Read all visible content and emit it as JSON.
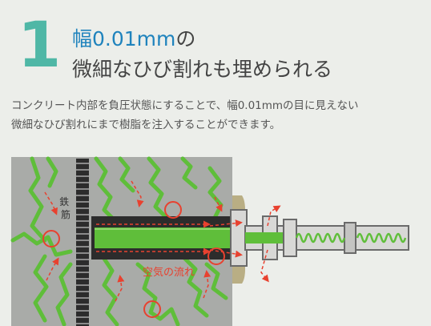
{
  "step_number": "1",
  "title": {
    "line1_highlight": "幅0.01mm",
    "line1_rest": "の",
    "line2": "微細なひび割れも埋められる"
  },
  "description": {
    "line1": "コンクリート内部を負圧状態にすることで、幅0.01mmの目に見えない",
    "line2": "微細なひび割れにまで樹脂を注入することができます。"
  },
  "diagram": {
    "rebar_label": "鉄筋",
    "airflow_label": "空気の流れ",
    "colors": {
      "concrete": "#a9aba8",
      "crack": "#5fbe3a",
      "resin": "#5fbe3a",
      "airflow": "#e8412f",
      "pipe_fill": "#d8d8d6",
      "pipe_stroke": "#6a6a6a",
      "spring": "#5fbe3a",
      "bracket": "#b9ae84"
    }
  }
}
